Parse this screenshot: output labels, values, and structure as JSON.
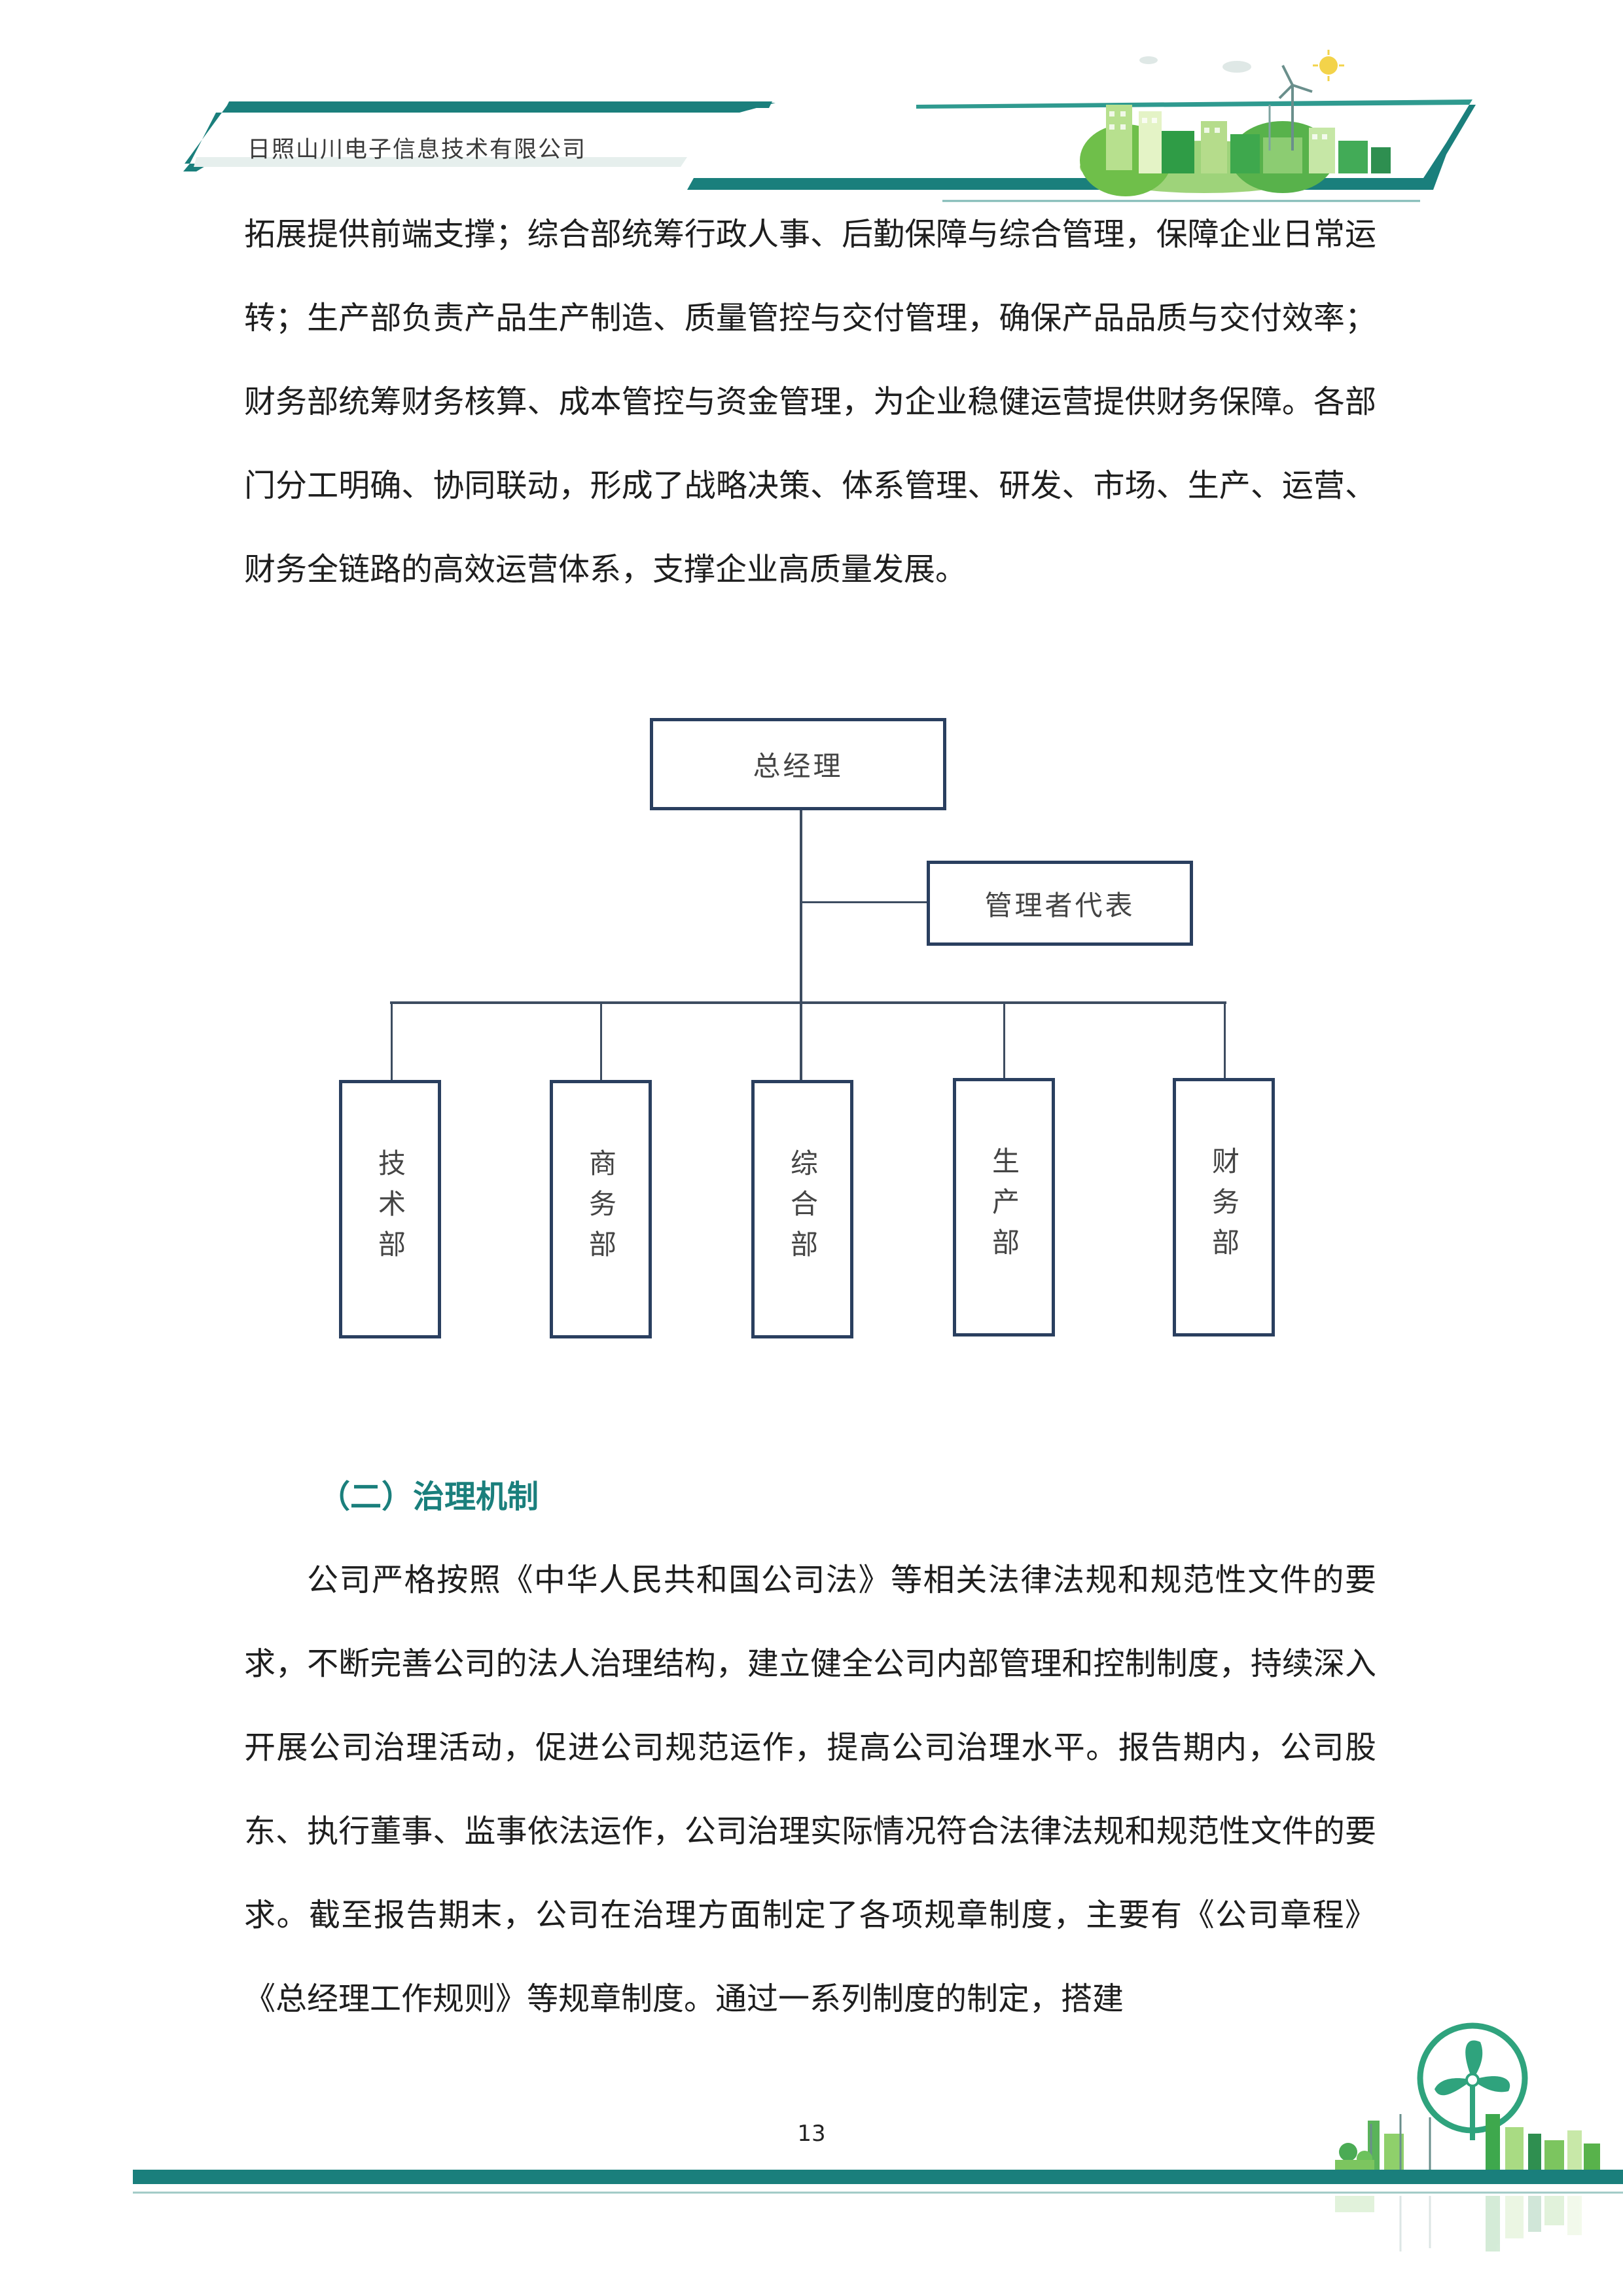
{
  "header": {
    "company_name": "日照山川电子信息技术有限公司"
  },
  "body": {
    "paragraph_1": "拓展提供前端支撑；综合部统筹行政人事、后勤保障与综合管理，保障企业日常运转；生产部负责产品生产制造、质量管控与交付管理，确保产品品质与交付效率；财务部统筹财务核算、成本管控与资金管理，为企业稳健运营提供财务保障。各部门分工明确、协同联动，形成了战略决策、体系管理、研发、市场、生产、运营、财务全链路的高效运营体系，支撑企业高质量发展。",
    "section_heading": "（二）治理机制",
    "paragraph_2": "公司严格按照《中华人民共和国公司法》等相关法律法规和规范性文件的要求，不断完善公司的法人治理结构，建立健全公司内部管理和控制制度，持续深入开展公司治理活动，促进公司规范运作，提高公司治理水平。报告期内，公司股东、执行董事、监事依法运作，公司治理实际情况符合法律法规和规范性文件的要求。截至报告期末，公司在治理方面制定了各项规章制度，主要有《公司章程》《总经理工作规则》等规章制度。通过一系列制度的制定，搭建"
  },
  "org_chart": {
    "top": "总经理",
    "side": "管理者代表",
    "departments": [
      "技术部",
      "商务部",
      "综合部",
      "生产部",
      "财务部"
    ]
  },
  "footer": {
    "page_number": "13"
  },
  "colors": {
    "teal": "#1a7f7c",
    "green": "#3aa84a",
    "box_border": "#2a3f5f"
  }
}
